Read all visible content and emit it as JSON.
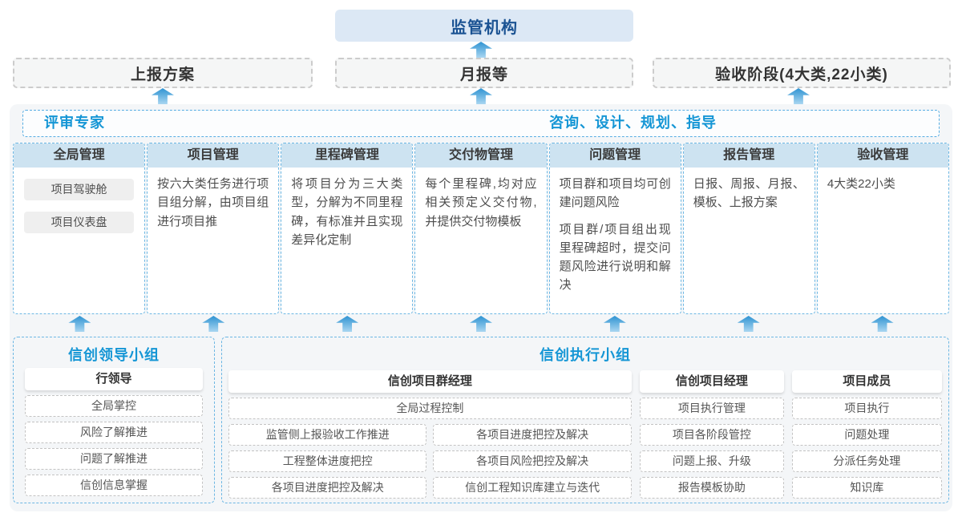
{
  "top": {
    "regulator": "监管机构",
    "outputs": [
      "上报方案",
      "月报等",
      "验收阶段(4大类,22小类)"
    ]
  },
  "middle": {
    "experts_label": "评审专家",
    "advisory_label": "咨询、设计、规划、指导",
    "columns": [
      {
        "title": "全局管理",
        "items": [
          "项目驾驶舱",
          "项目仪表盘"
        ],
        "paragraphs": []
      },
      {
        "title": "项目管理",
        "items": [],
        "paragraphs": [
          "按六大类任务进行项目组分解，由项目组进行项目推"
        ]
      },
      {
        "title": "里程碑管理",
        "items": [],
        "paragraphs": [
          "将项目分为三大类型，分解为不同里程碑，有标准并且实现差异化定制"
        ]
      },
      {
        "title": "交付物管理",
        "items": [],
        "paragraphs": [
          "每个里程碑,均对应相关预定义交付物,并提供交付物模板"
        ]
      },
      {
        "title": "问题管理",
        "items": [],
        "paragraphs": [
          "项目群和项目均可创建问题风险",
          "项目群/项目组出现里程碑超时，提交问题风险进行说明和解决"
        ]
      },
      {
        "title": "报告管理",
        "items": [],
        "paragraphs": [
          "日报、周报、月报、模板、上报方案"
        ]
      },
      {
        "title": "验收管理",
        "items": [],
        "paragraphs": [
          "4大类22小类"
        ]
      }
    ]
  },
  "bottom": {
    "leader_group": {
      "title": "信创领导小组",
      "role": "行领导",
      "items": [
        "全局掌控",
        "风险了解推进",
        "问题了解推进",
        "信创信息掌握"
      ]
    },
    "exec_group": {
      "title": "信创执行小组",
      "program_manager": {
        "role": "信创项目群经理",
        "top_item": "全局过程控制",
        "grid_items": [
          "监管侧上报验收工作推进",
          "各项目进度把控及解决",
          "工程整体进度把控",
          "各项目风险把控及解决",
          "各项目进度把控及解决",
          "信创工程知识库建立与迭代"
        ]
      },
      "project_manager": {
        "role": "信创项目经理",
        "items": [
          "项目执行管理",
          "项目各阶段管控",
          "问题上报、升级",
          "报告模板协助"
        ]
      },
      "member": {
        "role": "项目成员",
        "items": [
          "项目执行",
          "问题处理",
          "分派任务处理",
          "知识库"
        ]
      }
    }
  },
  "colors": {
    "accent_blue_text": "#1596d5",
    "navy_text": "#1b5393",
    "regulator_bg": "#dce8f5",
    "panel_bg": "#f4f6f8",
    "column_header_bg": "#cde3f1",
    "dashed_blue": "#6db7e3",
    "dashed_gray": "#cccccc",
    "arrow_gradient_top": "#2e93d2",
    "arrow_gradient_bottom": "#a9d6f1"
  }
}
